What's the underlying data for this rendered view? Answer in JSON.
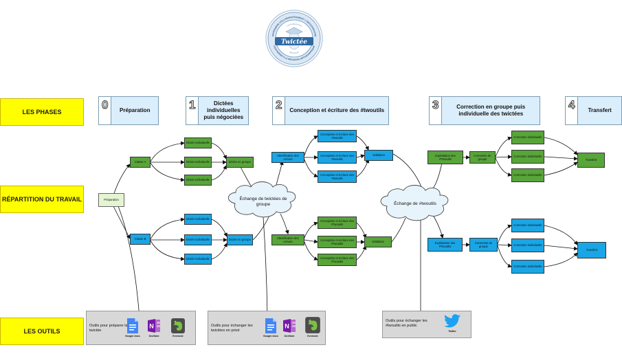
{
  "logo": {
    "name": "Twictée",
    "ring_top": "APPRENDRE COLLABORATIVEMENT L'ORTHOGRAPHE",
    "ring_bottom": "S'ENTRAÎNER À LA RÉFLEXION ORTHOGRAPHIQUE",
    "inner_top": "L'ORTHOGRAPHE",
    "inner_bottom": "RÉFLEXION"
  },
  "rows": {
    "phases": "LES PHASES",
    "repartition": "RÉPARTITION DU TRAVAIL",
    "outils": "LES OUTILS"
  },
  "phases": [
    {
      "num": "0",
      "title": "Préparation"
    },
    {
      "num": "1",
      "title": "Dictées individuelles puis négociées"
    },
    {
      "num": "2",
      "title": "Conception et écriture des #twoutils"
    },
    {
      "num": "3",
      "title": "Correction en groupe puis individuelle des twictées"
    },
    {
      "num": "4",
      "title": "Transfert"
    }
  ],
  "nodes": {
    "preparation": "Préparation",
    "classe_a": "Classe A",
    "classe_b": "Classe B",
    "dictee_individuelle": "Dictée individuelle",
    "dictee_groupe": "Dictée en groupe",
    "identification": "Identification des erreurs",
    "conception_1": "Conception et écriture des #twoutils",
    "conception_2": "Conception et écriture des #Twoutils",
    "validation": "Validation",
    "exploitation": "Exploitation des #Twoutils",
    "correction_groupe": "Correction de groupe",
    "correction_individuelle": "Correction individuelle",
    "transfert_a": "Transfert",
    "transfert_b": "Transfert"
  },
  "clouds": {
    "twictees": "Échange de twictées de groupe",
    "twoutils": "Échange de #twoutils"
  },
  "tools": {
    "panel1_text": "Outils pour préparer la twictée",
    "panel2_text": "Outils pour échanger les twictées en privé",
    "panel3_text": "Outils pour échanger les #twoutils en public",
    "google_docs": "Google docs",
    "onenote": "OneNote",
    "evernote": "Evernote",
    "twitter": "Twitter"
  },
  "colors": {
    "row_label": "#ffff00",
    "phase_box": "#dbeefb",
    "green_node": "#58a53a",
    "blue_node": "#1aa6e6",
    "prep_node": "#e5f5d3",
    "cloud": "#e8f4fc",
    "panel": "#d8d8d8"
  }
}
